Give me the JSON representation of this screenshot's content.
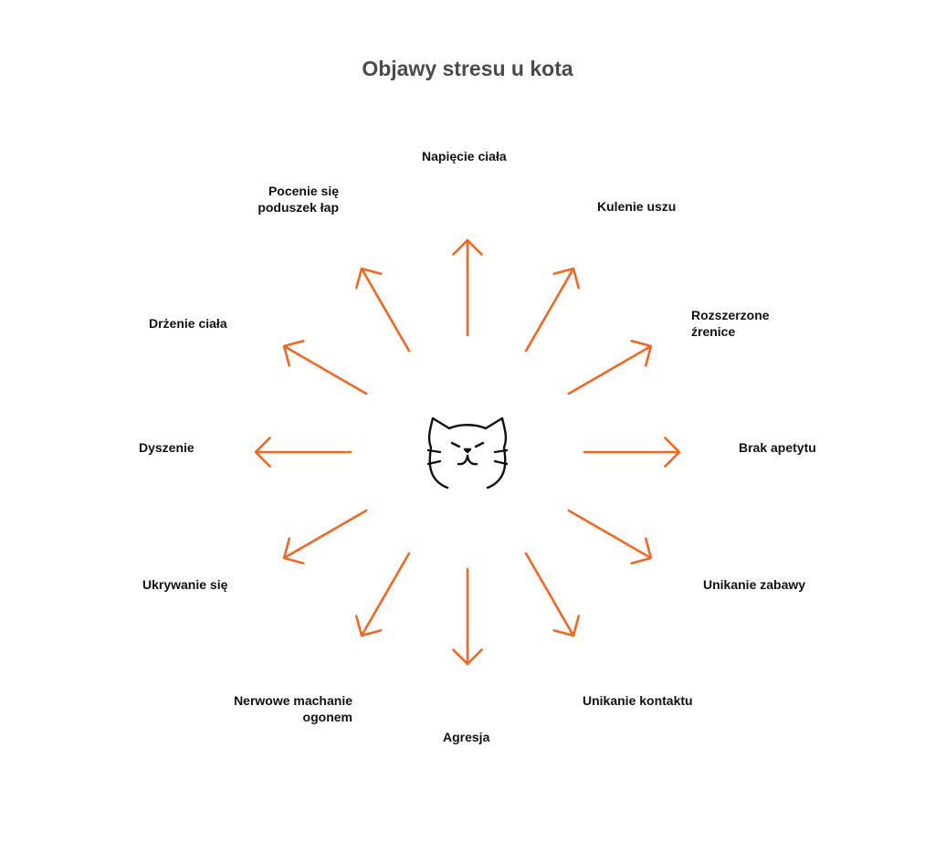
{
  "title": "Objawy stresu u kota",
  "center_icon": "cat-face-icon",
  "arrow_color": "#f26722",
  "symptoms": [
    {
      "label": "Napięcie ciała",
      "angle": 90
    },
    {
      "label": "Kulenie uszu",
      "angle": 60
    },
    {
      "label": "Rozszerzone źrenice",
      "angle": 30
    },
    {
      "label": "Brak apetytu",
      "angle": 0
    },
    {
      "label": "Unikanie zabawy",
      "angle": -30
    },
    {
      "label": "Unikanie kontaktu",
      "angle": -60
    },
    {
      "label": "Agresja",
      "angle": -90
    },
    {
      "label": "Nerwowe machanie ogonem",
      "angle": -120
    },
    {
      "label": "Ukrywanie się",
      "angle": -150
    },
    {
      "label": "Dyszenie",
      "angle": 180
    },
    {
      "label": "Drżenie ciała",
      "angle": 150
    },
    {
      "label": "Pocenie się poduszek łap",
      "angle": 120
    }
  ]
}
